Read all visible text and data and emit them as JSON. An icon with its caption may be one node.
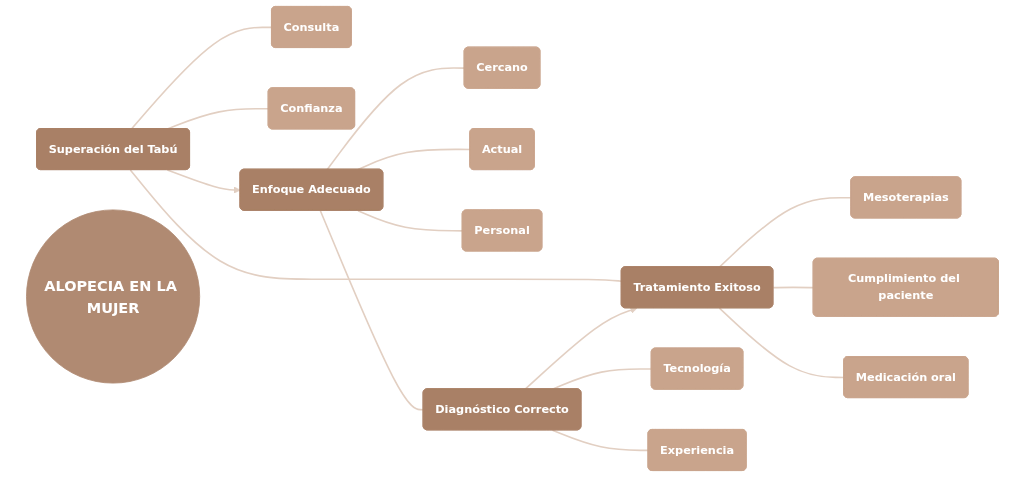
{
  "diagram": {
    "nodes": [
      {
        "text": [
          "Consulta"
        ]
      },
      {
        "text": [
          "Superación del Tabú"
        ]
      },
      {
        "text": [
          "Confianza"
        ]
      },
      {
        "text": [
          "Cercano"
        ]
      },
      {
        "text": [
          "Mesoterapias"
        ]
      },
      {
        "text": [
          "ALOPECIA EN LA MUJER"
        ]
      },
      {
        "text": [
          "Cumplimiento del paciente"
        ]
      },
      {
        "text": [
          "Tratamiento Exitoso"
        ]
      },
      {
        "text": [
          "Enfoque Adecuado"
        ]
      },
      {
        "text": [
          "Actual"
        ]
      },
      {
        "text": [
          "Medicación oral"
        ]
      },
      {
        "text": [
          "Personal"
        ]
      },
      {
        "text": [
          "Diagnóstico Correcto"
        ]
      },
      {
        "text": [
          "Tecnología"
        ]
      },
      {
        "text": [
          "Experiencia"
        ]
      }
    ],
    "edges": [
      {
        "from": 1,
        "to": 8,
        "arrow": "to"
      },
      {
        "from": 8,
        "to": 12,
        "arrow": "none"
      },
      {
        "from": 12,
        "to": 7,
        "arrow": "to"
      },
      {
        "from": 7,
        "to": 1,
        "arrow": "none"
      },
      {
        "from": 1,
        "to": 0,
        "arrow": "none"
      },
      {
        "from": 1,
        "to": 2,
        "arrow": "none"
      },
      {
        "from": 8,
        "to": 3,
        "arrow": "none"
      },
      {
        "from": 8,
        "to": 9,
        "arrow": "none"
      },
      {
        "from": 8,
        "to": 11,
        "arrow": "none"
      },
      {
        "from": 12,
        "to": 13,
        "arrow": "none"
      },
      {
        "from": 12,
        "to": 14,
        "arrow": "none"
      },
      {
        "from": 7,
        "to": 4,
        "arrow": "none"
      },
      {
        "from": 7,
        "to": 6,
        "arrow": "none"
      },
      {
        "from": 7,
        "to": 10,
        "arrow": "none"
      }
    ]
  }
}
